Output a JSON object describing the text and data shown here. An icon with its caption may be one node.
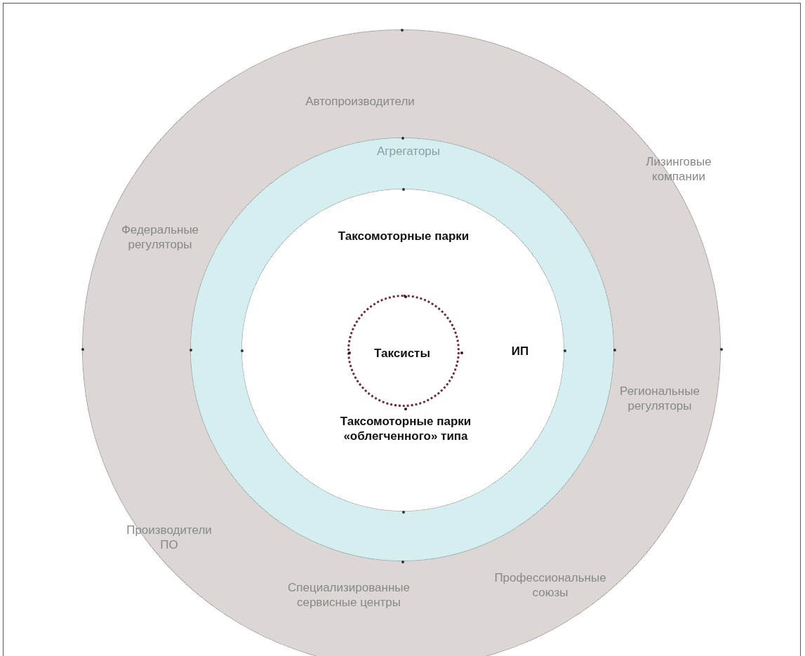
{
  "diagram": {
    "nodes": [
      {
        "text": [
          "Автопроизводители",
          "Лизинговые компании",
          "Федеральные регуляторы",
          "Региональные регуляторы",
          "Производители ПО",
          "Профессиональные союзы",
          "Специализированные сервисные центры"
        ]
      },
      {
        "text": [
          "Агрегаторы"
        ],
        "in": 0
      },
      {
        "text": [
          "Таксомоторные парки",
          "ИП",
          "Таксомоторные парки «облегченного» типа"
        ],
        "in": 1
      },
      {
        "text": [
          "Таксисты"
        ],
        "in": 2
      }
    ]
  }
}
